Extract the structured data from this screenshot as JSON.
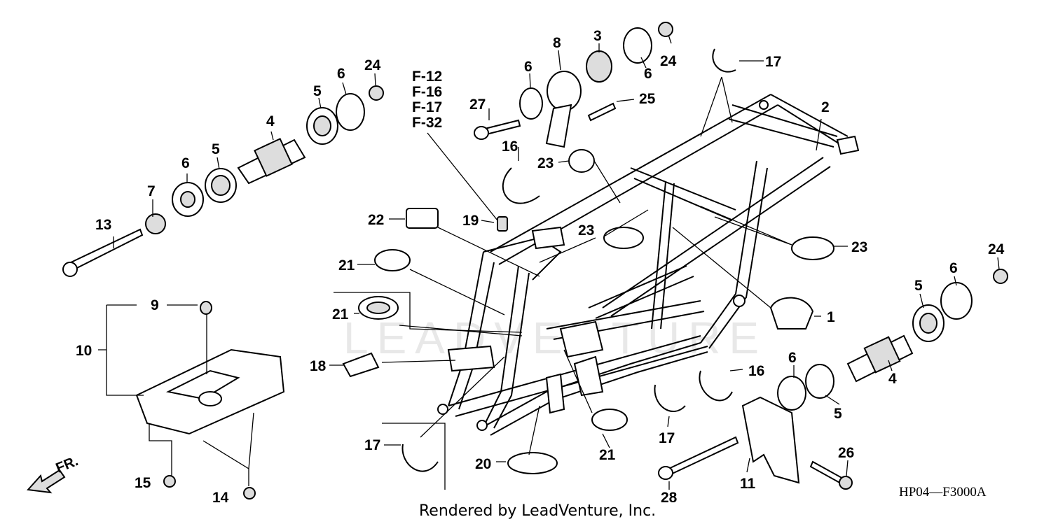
{
  "watermark": "LEADVENTURE",
  "reference_codes": [
    "F-12",
    "F-16",
    "F-17",
    "F-32"
  ],
  "diagram_code": "HP04—F3000A",
  "credit": "Rendered by LeadVenture, Inc.",
  "direction_label": "FR.",
  "callouts": {
    "c1": "1",
    "c2": "2",
    "c3": "3",
    "c4a": "4",
    "c4b": "4",
    "c5a": "5",
    "c5b": "5",
    "c5c": "5",
    "c5d": "5",
    "c6a": "6",
    "c6b": "6",
    "c6c": "6",
    "c6d": "6",
    "c6e": "6",
    "c6f": "6",
    "c7": "7",
    "c8": "8",
    "c9": "9",
    "c10": "10",
    "c11": "11",
    "c13": "13",
    "c14": "14",
    "c15": "15",
    "c16a": "16",
    "c16b": "16",
    "c17a": "17",
    "c17b": "17",
    "c17c": "17",
    "c18": "18",
    "c19": "19",
    "c20": "20",
    "c21a": "21",
    "c21b": "21",
    "c21c": "21",
    "c22": "22",
    "c23a": "23",
    "c23b": "23",
    "c23c": "23",
    "c24a": "24",
    "c24b": "24",
    "c24c": "24",
    "c25": "25",
    "c26": "26",
    "c27": "27",
    "c28": "28"
  }
}
